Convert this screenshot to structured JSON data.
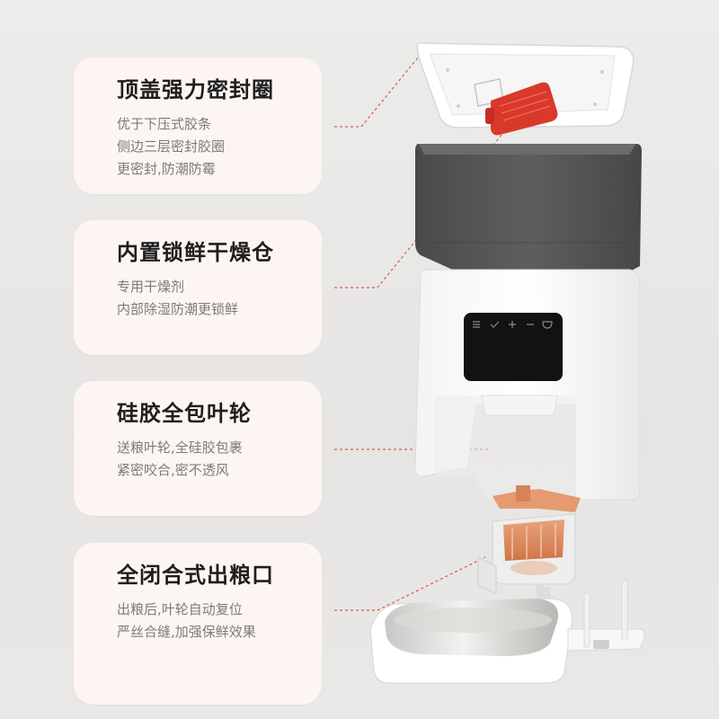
{
  "features": [
    {
      "title": "顶盖强力密封圈",
      "lines": [
        "优于下压式胶条",
        "侧边三层密封胶圈",
        "更密封,防潮防霉"
      ]
    },
    {
      "title": "内置锁鲜干燥仓",
      "lines": [
        "专用干燥剂",
        "内部除湿防潮更锁鲜"
      ]
    },
    {
      "title": "硅胶全包叶轮",
      "lines": [
        "送粮叶轮,全硅胶包裹",
        "紧密咬合,密不透风"
      ]
    },
    {
      "title": "全闭合式出粮口",
      "lines": [
        "出粮后,叶轮自动复位",
        "严丝合缝,加强保鲜效果"
      ]
    }
  ],
  "panel_icons": [
    "menu-icon",
    "check-icon",
    "plus-icon",
    "minus-icon",
    "bowl-icon"
  ],
  "colors": {
    "card_bg": "#fdf5f1",
    "title": "#1e1e1e",
    "body": "#7b7b7b",
    "accent_red": "#d9392b",
    "leader": "#d9392b",
    "impeller": "#e08a5e"
  }
}
